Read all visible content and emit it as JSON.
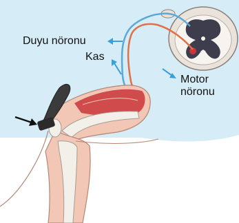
{
  "labels": {
    "sensory_neuron": "Duyu nöronu",
    "muscle": "Kas",
    "motor_neuron_line1": "Motor",
    "motor_neuron_line2": "nöronu"
  },
  "colors": {
    "background_panel": "#d6ecf6",
    "sensory_nerve": "#5aa9d6",
    "motor_nerve": "#e07048",
    "muscle": "#c9353a",
    "skin": "#f2c7b5",
    "bone": "#f3f0ea",
    "spinal_gray_matter": "#3d3d4e",
    "arrow": "#3aa0d8"
  },
  "icons": {
    "reflex_hammer": "reflex-hammer-icon",
    "tap_arrow": "tap-arrow-icon"
  }
}
